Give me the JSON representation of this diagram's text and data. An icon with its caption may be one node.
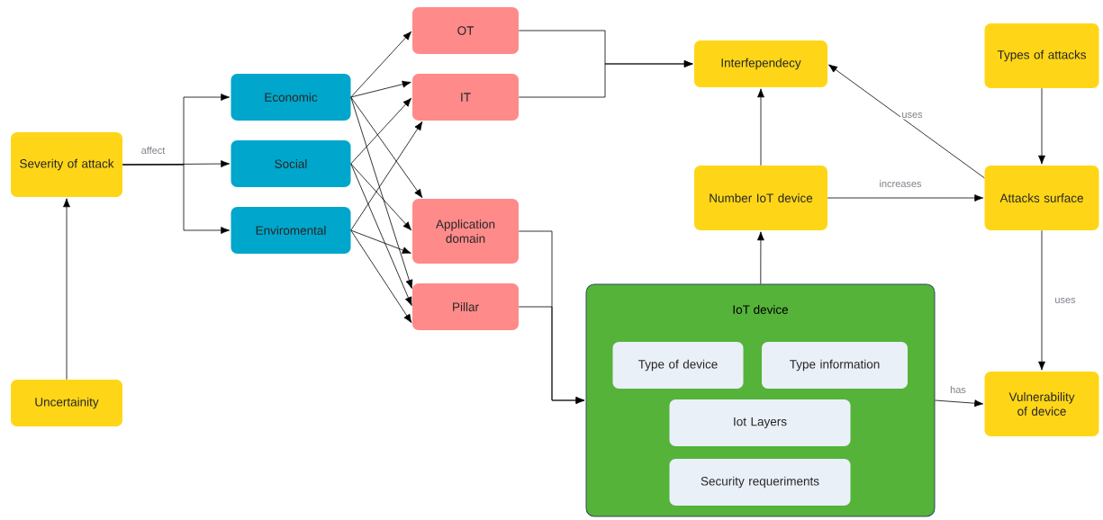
{
  "diagram": {
    "nodes": [
      {
        "text": [
          "Severity of attack"
        ]
      },
      {
        "text": [
          "Uncertainity"
        ]
      },
      {
        "text": [
          "Economic"
        ]
      },
      {
        "text": [
          "Social"
        ]
      },
      {
        "text": [
          "Enviromental"
        ]
      },
      {
        "text": [
          "OT"
        ]
      },
      {
        "text": [
          "IT"
        ]
      },
      {
        "text": [
          "Application domain"
        ]
      },
      {
        "text": [
          "Pillar"
        ]
      },
      {
        "text": [
          "Interfependecy"
        ]
      },
      {
        "text": [
          "Types of attacks"
        ]
      },
      {
        "text": [
          "Number IoT device"
        ]
      },
      {
        "text": [
          "Attacks surface"
        ]
      },
      {
        "text": [
          "IoT device"
        ]
      },
      {
        "text": [
          "Type of device"
        ],
        "in": 13
      },
      {
        "text": [
          "Type information"
        ],
        "in": 13
      },
      {
        "text": [
          "Iot Layers"
        ],
        "in": 13
      },
      {
        "text": [
          "Security requeriments"
        ],
        "in": 13
      },
      {
        "text": [
          "Vulnerability of device"
        ]
      }
    ],
    "edges": [
      {
        "from": 1,
        "to": 0,
        "arrow": "to"
      },
      {
        "from": 0,
        "to": 2,
        "arrow": "to"
      },
      {
        "from": 0,
        "to": 3,
        "arrow": "to",
        "label": "affect"
      },
      {
        "from": 0,
        "to": 4,
        "arrow": "to"
      },
      {
        "from": 2,
        "to": 5,
        "arrow": "to"
      },
      {
        "from": 2,
        "to": 6,
        "arrow": "to"
      },
      {
        "from": 2,
        "to": 7,
        "arrow": "to"
      },
      {
        "from": 2,
        "to": 8,
        "arrow": "to"
      },
      {
        "from": 3,
        "to": 6,
        "arrow": "to"
      },
      {
        "from": 3,
        "to": 7,
        "arrow": "to"
      },
      {
        "from": 3,
        "to": 8,
        "arrow": "to"
      },
      {
        "from": 4,
        "to": 6,
        "arrow": "to"
      },
      {
        "from": 4,
        "to": 7,
        "arrow": "to"
      },
      {
        "from": 4,
        "to": 8,
        "arrow": "to"
      },
      {
        "from": 5,
        "to": 9,
        "arrow": "to"
      },
      {
        "from": 6,
        "to": 9,
        "arrow": "to"
      },
      {
        "from": 7,
        "to": 13,
        "arrow": "to"
      },
      {
        "from": 8,
        "to": 13,
        "arrow": "to"
      },
      {
        "from": 13,
        "to": 11,
        "arrow": "to"
      },
      {
        "from": 11,
        "to": 9,
        "arrow": "to"
      },
      {
        "from": 11,
        "to": 12,
        "arrow": "to",
        "label": "increases"
      },
      {
        "from": 12,
        "to": 9,
        "arrow": "to",
        "label": "uses"
      },
      {
        "from": 10,
        "to": 12,
        "arrow": "to"
      },
      {
        "from": 12,
        "to": 18,
        "arrow": "to",
        "label": "uses"
      },
      {
        "from": 13,
        "to": 18,
        "arrow": "to",
        "label": "has"
      }
    ]
  }
}
